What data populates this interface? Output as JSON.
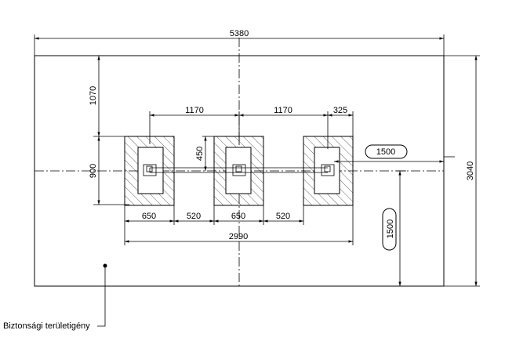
{
  "dimensions": {
    "overall_width": "5380",
    "overall_height": "3040",
    "top_offset": "1070",
    "spacing_1": "1170",
    "spacing_2": "1170",
    "right_offset": "325",
    "inner_height": "450",
    "footing_height": "900",
    "width_a": "650",
    "gap_a": "520",
    "width_b": "650",
    "gap_b": "520",
    "total_width": "2990",
    "bubble_horizontal": "1500",
    "bubble_vertical": "1500"
  },
  "labels": {
    "safety_area": "Biztonsági területigény"
  }
}
